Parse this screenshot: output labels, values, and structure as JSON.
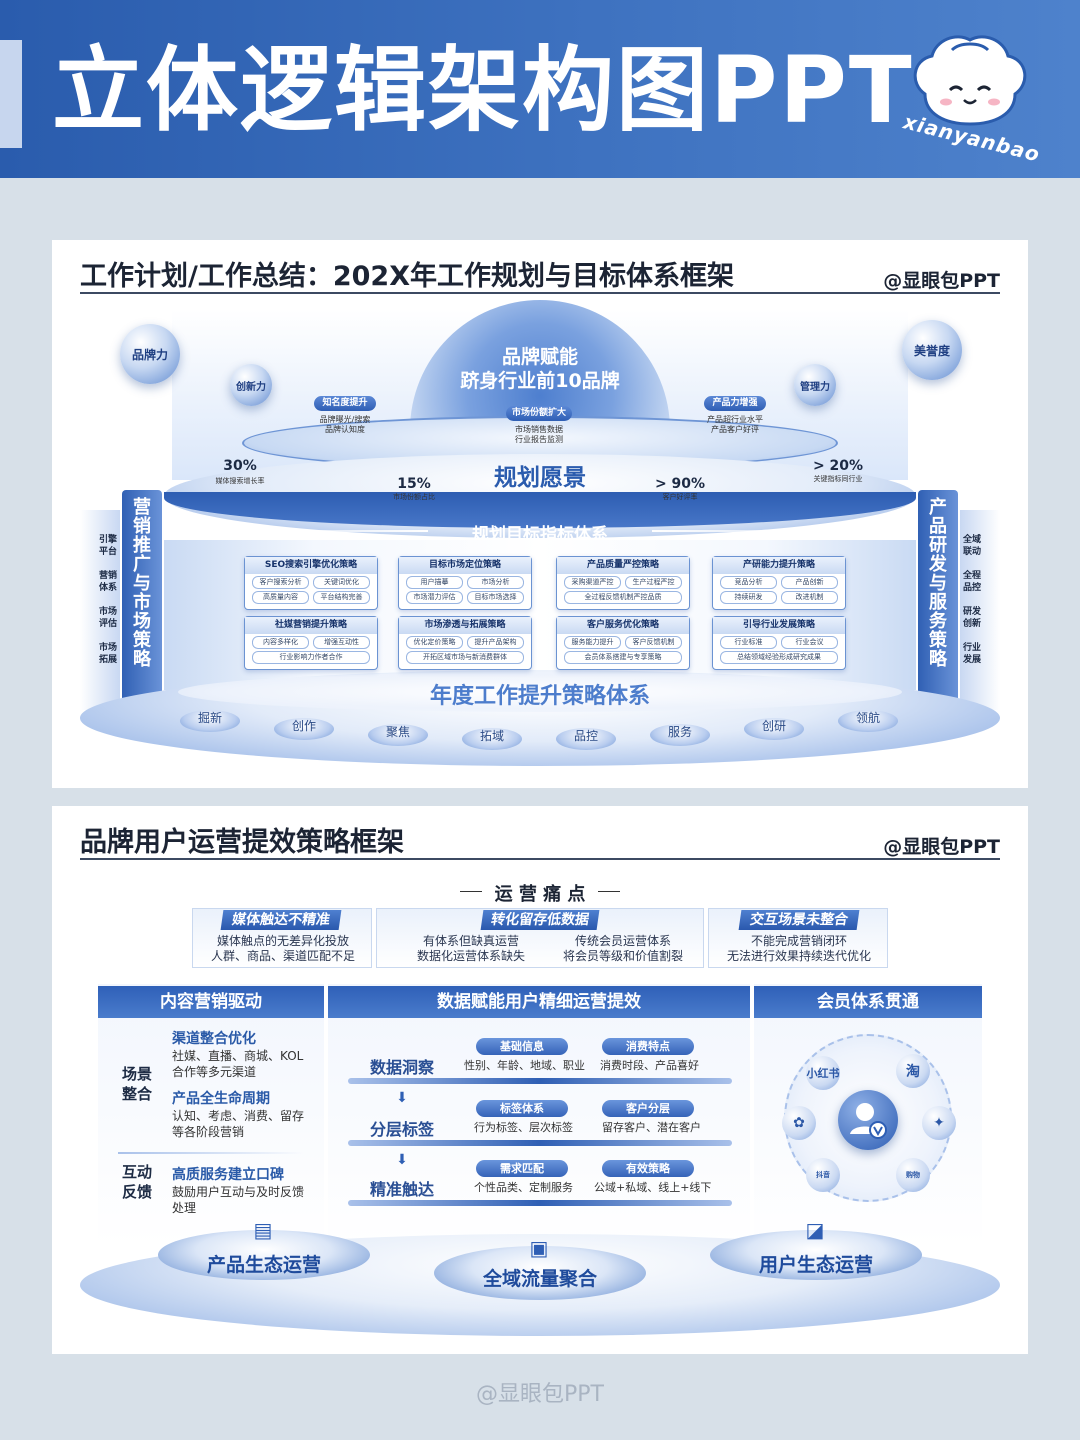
{
  "header": {
    "title": "立体逻辑架构图PPT",
    "logo_text": "xianyanbao"
  },
  "card1": {
    "title": "工作计划/工作总结：202X年工作规划与目标体系框架",
    "brand": "@显眼包PPT",
    "dome": {
      "line1": "品牌赋能",
      "line2": "跻身行业前10品牌"
    },
    "orbs": [
      "品牌力",
      "创新力",
      "美誉度",
      "管理力"
    ],
    "top_tags": [
      {
        "label": "知名度提升",
        "desc1": "品牌曝光/搜索",
        "desc2": "品牌认知度"
      },
      {
        "label": "市场份额扩大",
        "desc1": "市场销售数据",
        "desc2": "行业报告监测"
      },
      {
        "label": "产品力增强",
        "desc1": "产品超行业水平",
        "desc2": "产品客户好评"
      }
    ],
    "stats": [
      {
        "value": "30%",
        "label": "媒体搜索增长率"
      },
      {
        "value": "15%",
        "label": "市场份额占比"
      },
      {
        "value": "> 90%",
        "label": "客户好评率"
      },
      {
        "value": "> 20%",
        "label": "关键指标同行业"
      }
    ],
    "vision": "规划愿景",
    "target_banner": "规划目标指标体系",
    "left_bar": "营销推广与市场策略",
    "right_bar": "产品研发与服务策略",
    "left_labels": [
      "引擎平台",
      "营销体系",
      "市场评估",
      "市场拓展"
    ],
    "right_labels": [
      "全域联动",
      "全程品控",
      "研发创新",
      "行业发展"
    ],
    "boxes": [
      {
        "title": "SEO搜索引擎优化策略",
        "rows": [
          [
            "客户搜索分析",
            "关键词优化"
          ],
          [
            "高质量内容",
            "平台结构完善"
          ]
        ]
      },
      {
        "title": "目标市场定位策略",
        "rows": [
          [
            "用户描摹",
            "市场分析"
          ],
          [
            "市场潜力评估",
            "目标市场选择"
          ]
        ]
      },
      {
        "title": "产品质量严控策略",
        "rows": [
          [
            "采购渠道严控",
            "生产过程严控"
          ],
          [
            "全过程反馈机制严控品质"
          ]
        ]
      },
      {
        "title": "产研能力提升策略",
        "rows": [
          [
            "竞品分析",
            "产品创新"
          ],
          [
            "持续研发",
            "改进机制"
          ]
        ]
      },
      {
        "title": "社媒营销提升策略",
        "rows": [
          [
            "内容多样化",
            "增强互动性"
          ],
          [
            "行业影响力作者合作"
          ]
        ]
      },
      {
        "title": "市场渗透与拓展策略",
        "rows": [
          [
            "优化定价策略",
            "提升产品架构"
          ],
          [
            "开拓区域市场与新消费群体"
          ]
        ]
      },
      {
        "title": "客户服务优化策略",
        "rows": [
          [
            "服务能力提升",
            "客户反馈机制"
          ],
          [
            "会员体系搭建与专享策略"
          ]
        ]
      },
      {
        "title": "引导行业发展策略",
        "rows": [
          [
            "行业标准",
            "行业会议"
          ],
          [
            "总结领域经验形成研究成果"
          ]
        ]
      }
    ],
    "annual": "年度工作提升策略体系",
    "pedestals": [
      "掘新",
      "创作",
      "聚焦",
      "拓域",
      "品控",
      "服务",
      "创研",
      "领航"
    ]
  },
  "card2": {
    "title": "品牌用户运营提效策略框架",
    "brand": "@显眼包PPT",
    "pain_title": "运 营 痛 点",
    "pains": [
      {
        "title": "媒体触达不精准",
        "lines": [
          "媒体触点的无差异化投放",
          "人群、商品、渠道匹配不足"
        ]
      },
      {
        "title": "转化留存低数据",
        "lines": [
          "有体系但缺真运营",
          "数据化运营体系缺失",
          "传统会员运营体系",
          "将会员等级和价值割裂"
        ]
      },
      {
        "title": "交互场景未整合",
        "lines": [
          "不能完成营销闭环",
          "无法进行效果持续迭代优化"
        ]
      }
    ],
    "col_left": "内容营销驱动",
    "col_mid": "数据赋能用户精细运营提效",
    "col_right": "会员体系贯通",
    "left": {
      "scene": "场景整合",
      "interact": "互动反馈",
      "items": [
        {
          "title": "渠道整合优化",
          "desc": "社媒、直播、商城、KOL合作等多元渠道"
        },
        {
          "title": "产品全生命周期",
          "desc": "认知、考虑、消费、留存等各阶段营销"
        },
        {
          "title": "高质服务建立口碑",
          "desc": "鼓励用户互动与及时反馈处理"
        }
      ]
    },
    "mid": [
      {
        "label": "数据洞察",
        "tags": [
          {
            "t": "基础信息",
            "d": "性别、年龄、地域、职业"
          },
          {
            "t": "消费特点",
            "d": "消费时段、产品喜好"
          }
        ]
      },
      {
        "label": "分层标签",
        "tags": [
          {
            "t": "标签体系",
            "d": "行为标签、层次标签"
          },
          {
            "t": "客户分层",
            "d": "留存客户、潜在客户"
          }
        ]
      },
      {
        "label": "精准触达",
        "tags": [
          {
            "t": "需求匹配",
            "d": "个性品类、定制服务"
          },
          {
            "t": "有效策略",
            "d": "公域+私域、线上+线下"
          }
        ]
      }
    ],
    "right_icons": [
      "小红书",
      "淘",
      "抖音",
      "购物"
    ],
    "platforms": [
      "产品生态运营",
      "全域流量聚合",
      "用户生态运营"
    ]
  },
  "footer": "@显眼包PPT"
}
